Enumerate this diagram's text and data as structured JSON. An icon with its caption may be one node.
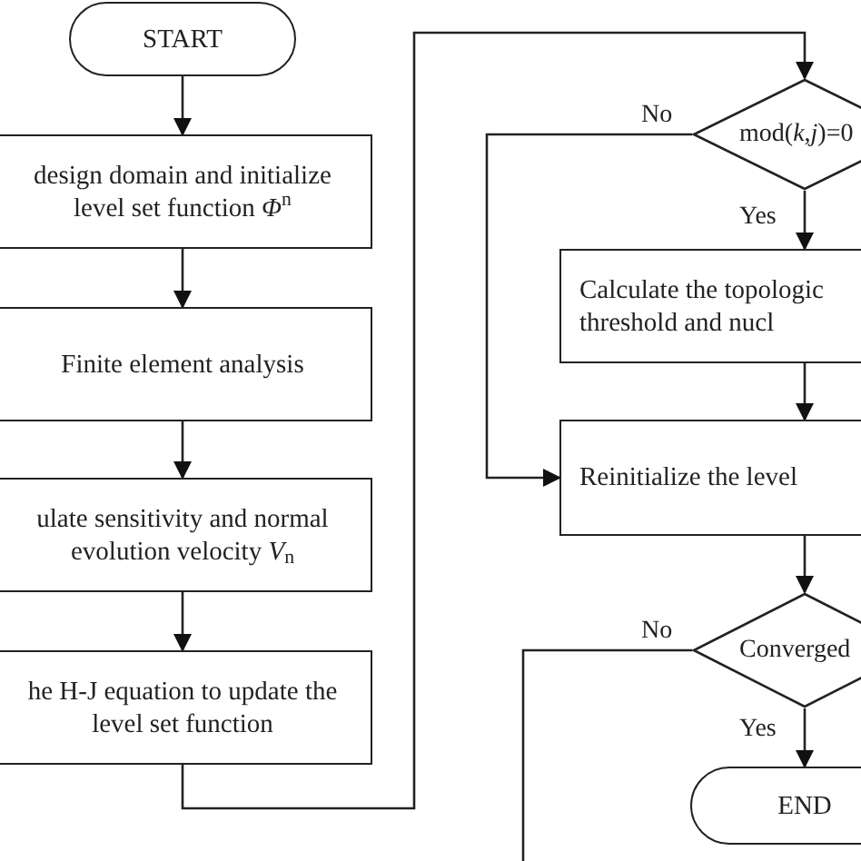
{
  "diagram": {
    "nodes": [
      {
        "text": [
          "START"
        ]
      },
      {
        "text": [
          "design domain and initialize level set function *Φ*$^{n}$"
        ]
      },
      {
        "text": [
          "Finite element analysis"
        ]
      },
      {
        "text": [
          "ulate sensitivity and normal evolution velocity *V*$_{n}$"
        ]
      },
      {
        "text": [
          "he H-J equation to update the level set function"
        ]
      },
      {
        "text": [
          "mod(*k*,*j*)=0"
        ]
      },
      {
        "text": [
          "Calculate the topologic threshold and nucl"
        ]
      },
      {
        "text": [
          "Reinitialize the level"
        ]
      },
      {
        "text": [
          "Converged"
        ]
      },
      {
        "text": [
          "END"
        ]
      }
    ],
    "edges": [
      {
        "from": 0,
        "to": 1,
        "arrow": "to"
      },
      {
        "from": 1,
        "to": 2,
        "arrow": "to"
      },
      {
        "from": 2,
        "to": 3,
        "arrow": "to"
      },
      {
        "from": 3,
        "to": 4,
        "arrow": "to"
      },
      {
        "from": 4,
        "to": 5,
        "arrow": "to"
      },
      {
        "from": 5,
        "to": 6,
        "arrow": "to",
        "label": "Yes"
      },
      {
        "from": 5,
        "to": 7,
        "arrow": "to",
        "label": "No"
      },
      {
        "from": 6,
        "to": 7,
        "arrow": "to"
      },
      {
        "from": 7,
        "to": 8,
        "arrow": "to"
      },
      {
        "from": 8,
        "to": 9,
        "arrow": "to",
        "label": "Yes"
      },
      {
        "from": 8,
        "to": null,
        "arrow": "none",
        "label": "No"
      }
    ]
  }
}
